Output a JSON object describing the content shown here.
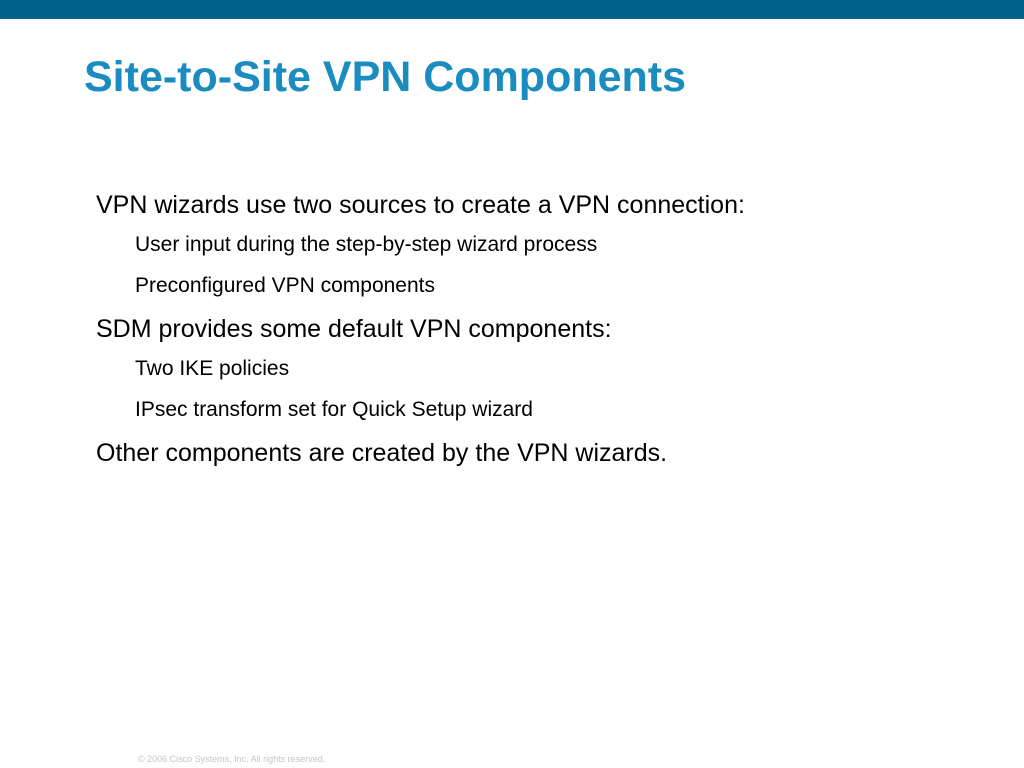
{
  "slide": {
    "title": "Site-to-Site VPN Components",
    "bullets": [
      "VPN wizards use two sources to create a VPN connection:",
      "User input during the step-by-step wizard process",
      "Preconfigured VPN components",
      "SDM provides some default VPN components:",
      "Two IKE policies",
      "IPsec transform set for Quick Setup wizard",
      "Other components are created by the VPN wizards."
    ],
    "footer": "© 2006 Cisco Systems, Inc. All rights reserved."
  },
  "colors": {
    "top_bar": "#00628b",
    "title": "#1a8cbf",
    "body_text": "#000000",
    "footer_text": "#c6c6c6"
  }
}
